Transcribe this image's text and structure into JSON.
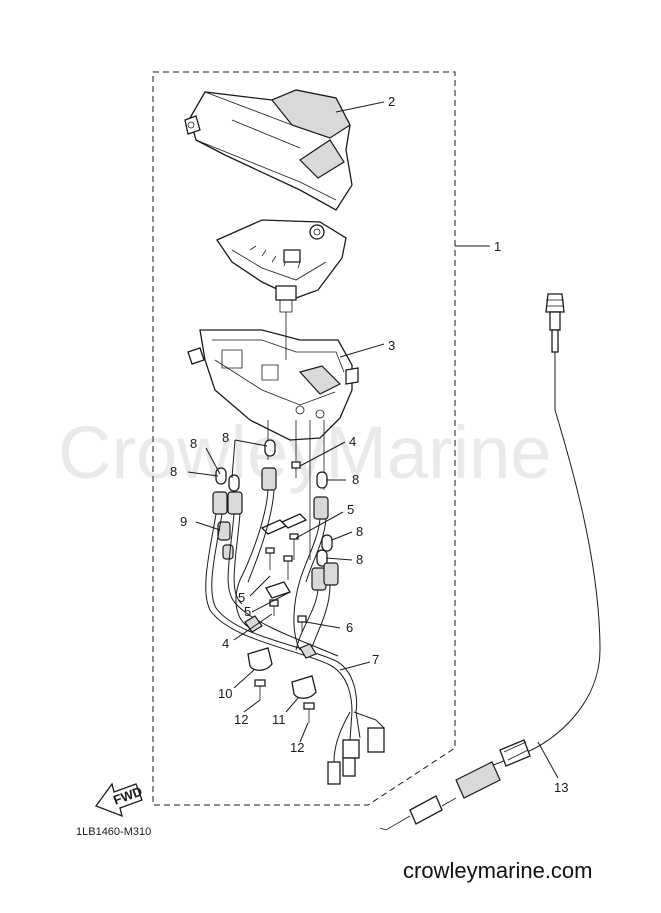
{
  "watermark": "CrowleyMarine",
  "footer_url": "crowleymarine.com",
  "diagram_code": "1LB1460-M310",
  "fwd_label": "FWD",
  "callouts": [
    {
      "id": "c1",
      "text": "1"
    },
    {
      "id": "c2",
      "text": "2"
    },
    {
      "id": "c3",
      "text": "3"
    },
    {
      "id": "c4a",
      "text": "4"
    },
    {
      "id": "c4b",
      "text": "4"
    },
    {
      "id": "c5a",
      "text": "5"
    },
    {
      "id": "c5b",
      "text": "5"
    },
    {
      "id": "c5c",
      "text": "5"
    },
    {
      "id": "c6",
      "text": "6"
    },
    {
      "id": "c7",
      "text": "7"
    },
    {
      "id": "c8a",
      "text": "8"
    },
    {
      "id": "c8b",
      "text": "8"
    },
    {
      "id": "c8c",
      "text": "8"
    },
    {
      "id": "c8d",
      "text": "8"
    },
    {
      "id": "c8e",
      "text": "8"
    },
    {
      "id": "c8f",
      "text": "8"
    },
    {
      "id": "c9",
      "text": "9"
    },
    {
      "id": "c10",
      "text": "10"
    },
    {
      "id": "c11",
      "text": "11"
    },
    {
      "id": "c12a",
      "text": "12"
    },
    {
      "id": "c12b",
      "text": "12"
    },
    {
      "id": "c13",
      "text": "13"
    }
  ]
}
